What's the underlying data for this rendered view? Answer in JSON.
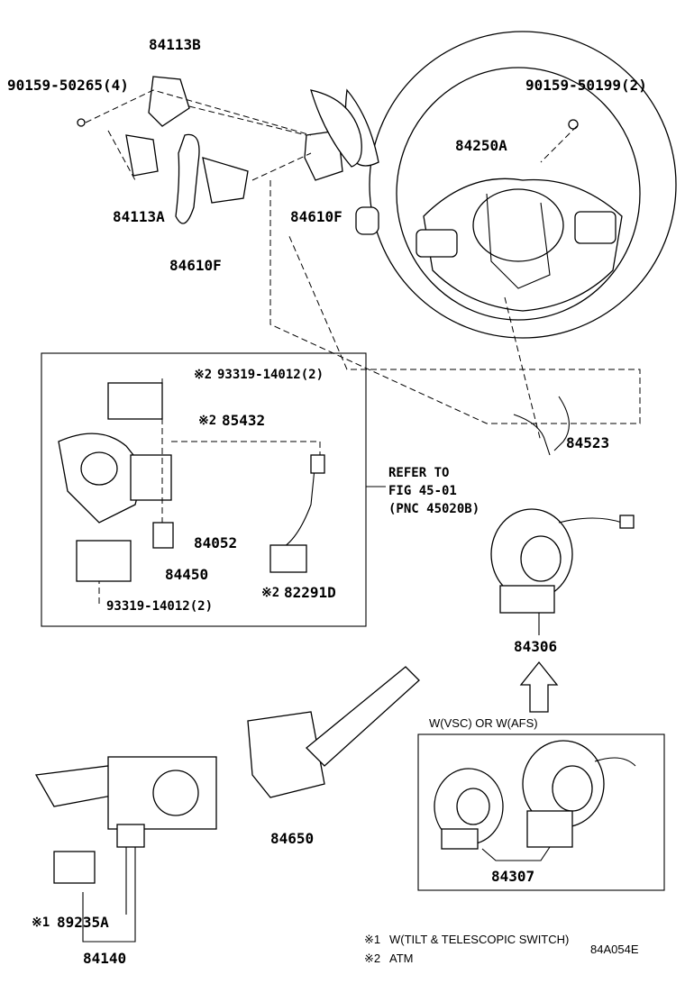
{
  "labels": {
    "p84113B": "84113B",
    "p90159_50265": "90159-50265(4)",
    "p90159_50199": "90159-50199(2)",
    "p84250A": "84250A",
    "p84113A": "84113A",
    "p84610F_a": "84610F",
    "p84610F_b": "84610F",
    "p93319_top": "93319-14012(2)",
    "p85432": "85432",
    "p84523": "84523",
    "p84052": "84052",
    "p84450": "84450",
    "p82291D": "82291D",
    "p93319_bot": "93319-14012(2)",
    "p84306": "84306",
    "p84650": "84650",
    "p84307": "84307",
    "p89235A": "89235A",
    "p84140": "84140"
  },
  "marks": {
    "m2": "※2",
    "m1": "※1"
  },
  "refer": {
    "line1": "REFER TO",
    "line2": "FIG 45-01",
    "line3": "(PNC 45020B)"
  },
  "variant_label": "W(VSC) OR W(AFS)",
  "notes": {
    "note1_mark": "※1",
    "note1_text": "W(TILT & TELESCOPIC SWITCH)",
    "note2_mark": "※2",
    "note2_text": "ATM"
  },
  "figure_code": "84A054E"
}
